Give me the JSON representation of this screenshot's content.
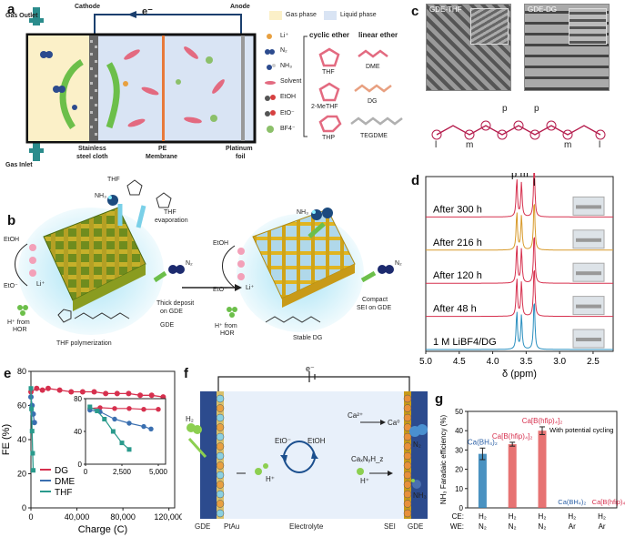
{
  "panel_a": {
    "label": "a",
    "gas_outlet": "Gas Outlet",
    "gas_inlet": "Gas Inlet",
    "cathode": "Cathode",
    "anode": "Anode",
    "electron": "e⁻",
    "stainless": "Stainless",
    "steel_cloth": "steel cloth",
    "pe": "PE",
    "membrane": "Membrane",
    "platinum": "Platinum",
    "foil": "foil",
    "legend_gas": "Gas phase",
    "legend_liquid": "Liquid phase",
    "species": [
      "Li⁺",
      "N₂",
      "NH₃",
      "Solvent",
      "EtOH",
      "EtO⁻",
      "BF4⁻"
    ],
    "cyclic_ether": "cyclic ether",
    "linear_ether": "linear ether",
    "cyclic": [
      "THF",
      "2-MeTHF",
      "THP"
    ],
    "linear": [
      "DME",
      "DG",
      "TEGDME"
    ],
    "colors": {
      "gas": "#fbf0c8",
      "liquid": "#d9e4f4",
      "membrane": "#e87a3a",
      "frame": "#111111"
    }
  },
  "panel_b": {
    "label": "b",
    "thf": "THF",
    "nh3": "NH₃",
    "thf_evap_1": "THF",
    "thf_evap_2": "evaporation",
    "n2": "N₂",
    "etoh": "EtOH",
    "eto": "EtO⁻",
    "li": "Li⁺",
    "hplus_1": "H⁺ from",
    "hplus_2": "HOR",
    "thick_1": "Thick deposit",
    "thick_2": "on GDE",
    "gde": "GDE",
    "thf_poly": "THF polymerization",
    "nh3_r": "NH₃",
    "n2_r": "N₂",
    "etoh_r": "EtOH",
    "eto_r": "EtO⁻",
    "li_r": "Li⁺",
    "hplus_r1": "H⁺ from",
    "hplus_r2": "HOR",
    "compact_1": "Compact",
    "compact_2": "SEI on GDE",
    "stable_dg": "Stable DG"
  },
  "panel_c": {
    "label": "c",
    "img1": "GDE-THF",
    "img2": "GDE-DG",
    "labels": [
      "p",
      "p",
      "l",
      "m",
      "m",
      "l"
    ]
  },
  "panel_d": {
    "label": "d",
    "peak_labels": [
      "p",
      "m",
      "l"
    ]
  },
  "panel_e": {
    "label": "e"
  },
  "panel_f": {
    "label": "f",
    "electron": "e⁻",
    "h2": "H₂",
    "ca2": "Ca²⁺",
    "ca0": "Ca⁰",
    "eto": "EtO⁻",
    "etoh": "EtOH",
    "hplus_l": "H⁺",
    "hplus_r": "H⁺",
    "caxnyhz": "CaₓNᵧH_z",
    "n2": "N₂",
    "nh3": "NH₃",
    "bottom": [
      "GDE",
      "PtAu",
      "Electrolyte",
      "SEI",
      "GDE"
    ]
  },
  "panel_g": {
    "label": "g"
  },
  "chart_data": [
    {
      "type": "line",
      "panel": "d",
      "xlabel": "δ (ppm)",
      "xlim": [
        5.0,
        2.2
      ],
      "x_reversed": true,
      "xticks": [
        5.0,
        4.5,
        4.0,
        3.5,
        3.0,
        2.5
      ],
      "peaks_ppm": [
        3.64,
        3.57,
        3.38
      ],
      "series": [
        {
          "name": "After 300 h",
          "color": "#d6304e"
        },
        {
          "name": "After 216 h",
          "color": "#d89a2a"
        },
        {
          "name": "After 120 h",
          "color": "#d6304e"
        },
        {
          "name": "After 48 h",
          "color": "#d6304e"
        },
        {
          "name": "1 M LiBF4/DG",
          "color": "#2a8fbf"
        }
      ]
    },
    {
      "type": "line",
      "panel": "e",
      "xlabel": "Charge (C)",
      "ylabel": "FE (%)",
      "xlim": [
        0,
        125000
      ],
      "ylim": [
        0,
        80
      ],
      "xticks": [
        0,
        40000,
        80000,
        120000
      ],
      "xtick_labels": [
        "0",
        "40,000",
        "80,000",
        "120,000"
      ],
      "yticks": [
        0,
        20,
        40,
        60,
        80
      ],
      "legend": "bottom-left",
      "series": [
        {
          "name": "DG",
          "color": "#d6304e",
          "x": [
            0,
            5000,
            10000,
            15000,
            25000,
            35000,
            45000,
            55000,
            65000,
            75000,
            85000,
            95000,
            105000,
            115000
          ],
          "y": [
            68,
            70,
            69,
            70,
            69,
            68,
            68,
            68,
            67,
            67,
            67,
            66,
            66,
            65
          ]
        },
        {
          "name": "DME",
          "color": "#3a6fb0",
          "x": [
            0,
            1000,
            2000,
            3000
          ],
          "y": [
            65,
            60,
            55,
            50
          ]
        },
        {
          "name": "THF",
          "color": "#2a9a8c",
          "x": [
            0,
            500,
            1000,
            1500,
            2000
          ],
          "y": [
            70,
            58,
            45,
            32,
            22
          ]
        }
      ],
      "inset": {
        "xlim": [
          0,
          5500
        ],
        "ylim": [
          0,
          80
        ],
        "xticks": [
          0,
          2500,
          5000
        ],
        "xtick_labels": [
          "0",
          "2,500",
          "5,000"
        ],
        "yticks": [
          0,
          40,
          80
        ],
        "series": [
          {
            "name": "DG",
            "x": [
              300,
              1000,
              2000,
              3000,
              4000,
              5000
            ],
            "y": [
              68,
              69,
              68,
              68,
              67,
              67
            ]
          },
          {
            "name": "DME",
            "x": [
              300,
              1000,
              2000,
              3000,
              4000,
              4500
            ],
            "y": [
              66,
              64,
              55,
              50,
              46,
              43
            ]
          },
          {
            "name": "THF",
            "x": [
              300,
              800,
              1300,
              1900,
              2500,
              3000
            ],
            "y": [
              70,
              65,
              55,
              40,
              26,
              18
            ]
          }
        ]
      }
    },
    {
      "type": "bar",
      "panel": "g",
      "ylabel": "NH₃ Faradaic efficiency (%)",
      "ylim": [
        0,
        50
      ],
      "yticks": [
        0,
        10,
        20,
        30,
        40,
        50
      ],
      "bars": [
        {
          "label": "Ca(BH₄)₂",
          "value": 28,
          "error": 3,
          "color": "#2a7fb6",
          "label_color": "#2a5fa6",
          "ce": "H₂",
          "we": "N₂"
        },
        {
          "label": "Ca[B(hfip)₄]₂",
          "value": 33,
          "error": 1,
          "color": "#e35a5a",
          "label_color": "#d6304e",
          "ce": "H₂",
          "we": "N₂"
        },
        {
          "label": "Ca[B(hfip)₄]₂",
          "value": 40,
          "error": 2,
          "color": "#e35a5a",
          "label_color": "#d6304e",
          "ce": "H₂",
          "we": "N₂"
        },
        {
          "label": "Ca(BH₄)₂",
          "value": 0,
          "error": 0,
          "color": "#2a7fb6",
          "label_color": "#2a5fa6",
          "ce": "H₂",
          "we": "Ar"
        },
        {
          "label": "Ca[B(hfip)₄]₂",
          "value": 0,
          "error": 0,
          "color": "#e35a5a",
          "label_color": "#d6304e",
          "ce": "H₂",
          "we": "Ar"
        }
      ],
      "annotation": "With potential cycling",
      "row_labels": [
        "CE:",
        "WE:"
      ]
    }
  ]
}
